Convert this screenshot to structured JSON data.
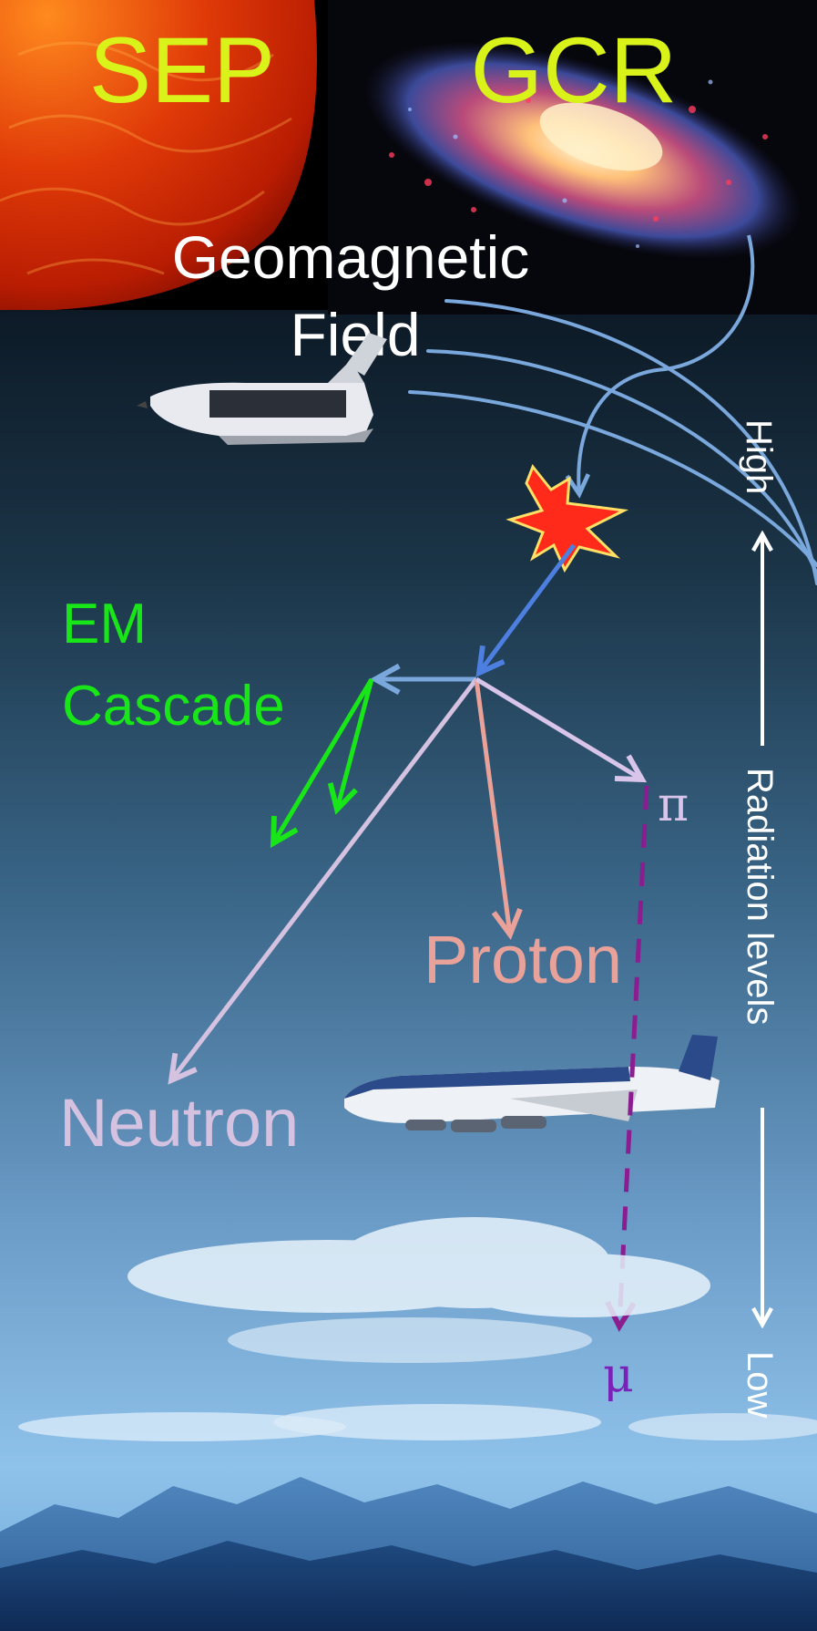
{
  "labels": {
    "sep": "SEP",
    "gcr": "GCR",
    "geomagnetic_line1": "Geomagnetic",
    "geomagnetic_line2": "Field",
    "em_line1": "EM",
    "em_line2": "Cascade",
    "pion": "π",
    "proton": "Proton",
    "neutron": "Neutron",
    "muon": "μ",
    "high": "High",
    "radiation_levels": "Radiation levels",
    "low": "Low"
  },
  "colors": {
    "sep_gcr_text": "#d9f21a",
    "em_cascade": "#19e619",
    "field_lines": "#7aa8dc",
    "primary_arrow": "#4c7fe0",
    "proton": "#e8a29a",
    "neutron": "#d4c2e0",
    "pion": "#d9c4ea",
    "muon_track": "#8a1d8f",
    "sky_top": "#0b1520",
    "sky_bottom": "#8fc2ea"
  }
}
